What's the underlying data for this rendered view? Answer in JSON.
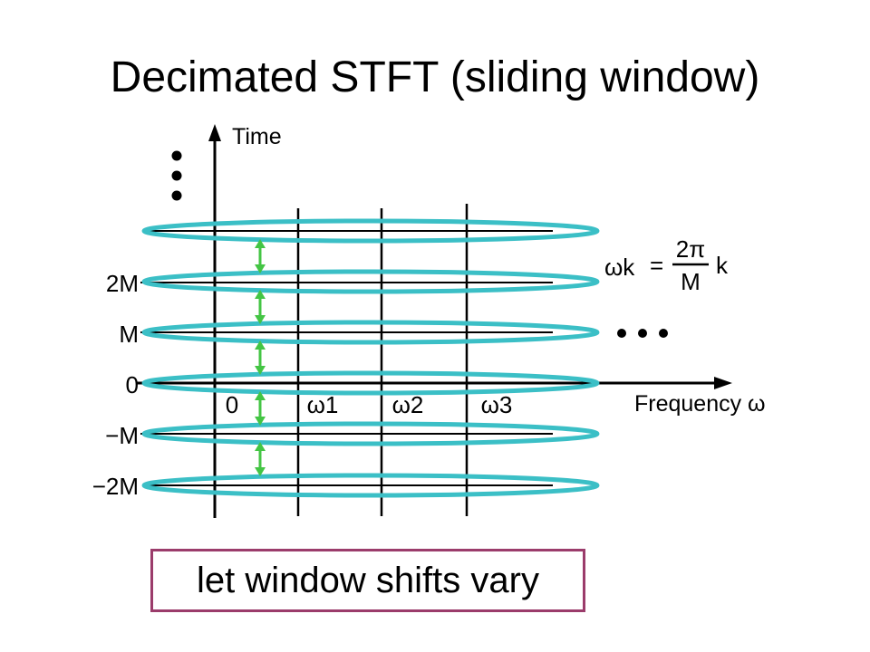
{
  "title": "Decimated STFT (sliding window)",
  "axes": {
    "y_label": "Time",
    "x_label": "Frequency ω",
    "time_ticks": [
      "2M",
      "M",
      "0",
      "−M",
      "−2M"
    ],
    "freq_ticks": [
      "0",
      "ω1",
      "ω2",
      "ω3"
    ]
  },
  "formula": {
    "lhs": "ωk",
    "equals": "=",
    "numerator": "2π",
    "denominator": "M",
    "trailing": "k"
  },
  "continuation_vertical": "⋮",
  "continuation_horizontal": "• • •",
  "note": "let window shifts vary",
  "colors": {
    "window_ellipse": "#3bbfc6",
    "shift_arrow": "#44c544",
    "note_border": "#9b3c6b"
  },
  "icons": {
    "window": "ellipse",
    "shift": "double-arrow-vertical",
    "dots": "dot"
  }
}
